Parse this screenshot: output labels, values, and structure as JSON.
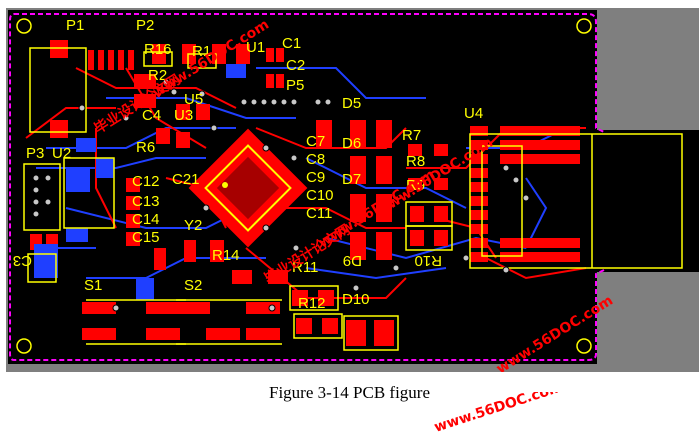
{
  "figure": {
    "caption": "Figure 3-14 PCB figure",
    "colors": {
      "board": "#000000",
      "outside": "#7f7f7f",
      "outline": "#ff00ff",
      "top_copper": "#ff0000",
      "bottom_copper": "#1f3fff",
      "silkscreen": "#ffff00",
      "via": "#c8c8c8",
      "watermark": "#ff0000"
    },
    "designators": {
      "p1": "P1",
      "p2": "P2",
      "p3": "P3",
      "p5": "P5",
      "r1": "R1",
      "r2": "R2",
      "r6": "R6",
      "r7": "R7",
      "r8": "R8",
      "r9": "R9",
      "r10": "R10",
      "r11": "R11",
      "r12": "R12",
      "r14": "R14",
      "r16": "R16",
      "u1": "U1",
      "u2": "U2",
      "u3": "U3",
      "u4": "U4",
      "u5": "U5",
      "c1": "C1",
      "c2": "C2",
      "c3": "C3",
      "c4": "C4",
      "c7": "C7",
      "c8": "C8",
      "c9": "C9",
      "c10": "C10",
      "c11": "C11",
      "c12": "C12",
      "c13": "C13",
      "c14": "C14",
      "c15": "C15",
      "c21": "C21",
      "d5": "D5",
      "d6": "D6",
      "d7": "D7",
      "d9": "D9",
      "d10": "D10",
      "s1": "S1",
      "s2": "S2",
      "y2": "Y2"
    },
    "watermarks": {
      "site": "www.56DOC.com",
      "chinese": "毕业设计论文网"
    }
  }
}
